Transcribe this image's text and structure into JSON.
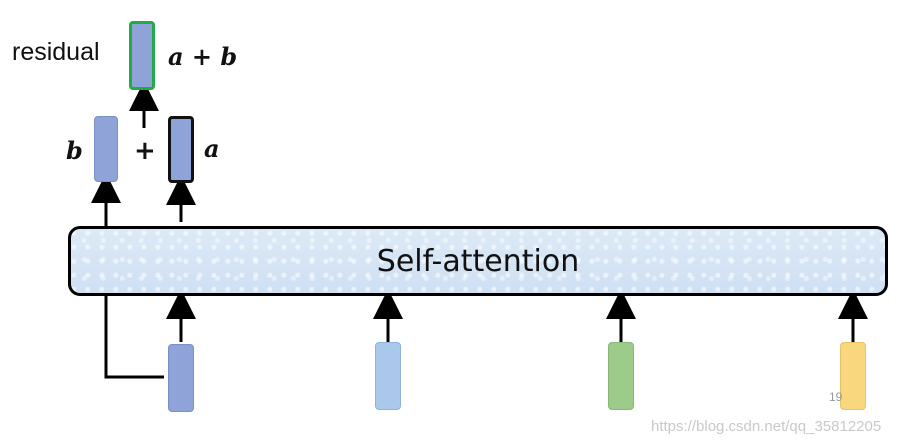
{
  "labels": {
    "residual": "residual",
    "a_plus_b": "a + b",
    "b": "b",
    "plus": "+",
    "a": "a"
  },
  "self_attention": {
    "label": "Self-attention"
  },
  "slide_number": "19",
  "watermark": "https://blog.csdn.net/qq_35812205",
  "colors": {
    "vector_blue_dark": "#8fa3d8",
    "vector_blue_light": "#a9c8ec",
    "vector_green": "#9ccb8a",
    "vector_yellow": "#f8d77e",
    "residual_border": "#22aa44",
    "self_attention_fill": "#d6e6f6"
  }
}
